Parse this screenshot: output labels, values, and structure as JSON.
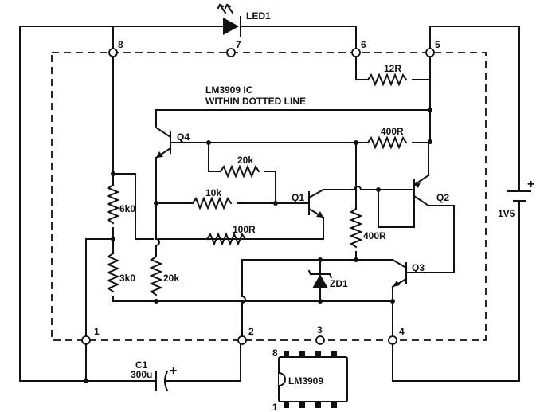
{
  "diagram": {
    "ic_note_line1": "LM3909 IC",
    "ic_note_line2": "WITHIN DOTTED LINE",
    "pins": {
      "p1": "1",
      "p2": "2",
      "p3": "3",
      "p4": "4",
      "p5": "5",
      "p6": "6",
      "p7": "7",
      "p8": "8"
    },
    "components": {
      "led": "LED1",
      "r_12r": "12R",
      "r_400r_top": "400R",
      "r_20k_top": "20k",
      "r_10k": "10k",
      "r_100r": "100R",
      "r_6k0": "6k0",
      "r_3k0": "3k0",
      "r_20k_bottom": "20k",
      "r_400r_mid": "400R",
      "q1": "Q1",
      "q2": "Q2",
      "q3": "Q3",
      "q4": "Q4",
      "zd1": "ZD1",
      "battery": "1V5",
      "battery_plus": "+",
      "cap_name": "C1",
      "cap_value": "300u",
      "cap_plus": "+"
    },
    "package": {
      "label": "LM3909",
      "pin_top": "8",
      "pin_bottom": "1"
    }
  }
}
